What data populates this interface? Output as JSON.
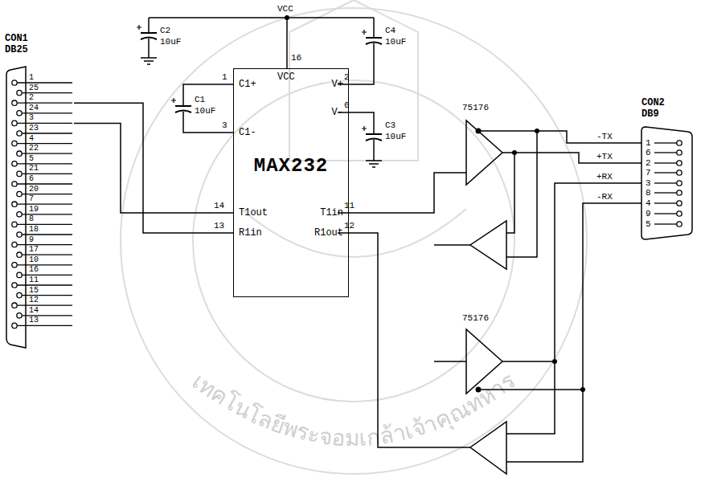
{
  "diagram": {
    "nodes": [
      {
        "text": [
          "CON1",
          "DB25"
        ]
      },
      {
        "text": [
          "MAX232",
          "C1+",
          "VCC",
          "V+",
          "C1-",
          "V-",
          "T1out",
          "T1in",
          "R1in",
          "R1out"
        ]
      },
      {
        "text": [
          "CON2",
          "DB9"
        ]
      }
    ],
    "edges": [
      {
        "from": 0,
        "to": 1,
        "arrow": "none"
      },
      {
        "from": 0,
        "to": 1,
        "arrow": "none"
      }
    ],
    "labels": [
      "VCC",
      "C2",
      "10uF",
      "C4",
      "10uF",
      "C1",
      "10uF",
      "C3",
      "10uF",
      "1",
      "16",
      "2",
      "6",
      "3",
      "14",
      "11",
      "13",
      "12",
      "75176",
      "75176",
      "-TX",
      "+TX",
      "+RX",
      "-RX",
      "1",
      "6",
      "2",
      "7",
      "3",
      "8",
      "4",
      "9",
      "5",
      "1",
      "25",
      "2",
      "24",
      "3",
      "23",
      "4",
      "22",
      "5",
      "21",
      "6",
      "20",
      "7",
      "19",
      "8",
      "18",
      "9",
      "17",
      "10",
      "16",
      "11",
      "15",
      "12",
      "14",
      "13",
      "เทคโนโลยีพระจอมเกล้าเจ้าคุณทหาร"
    ]
  }
}
